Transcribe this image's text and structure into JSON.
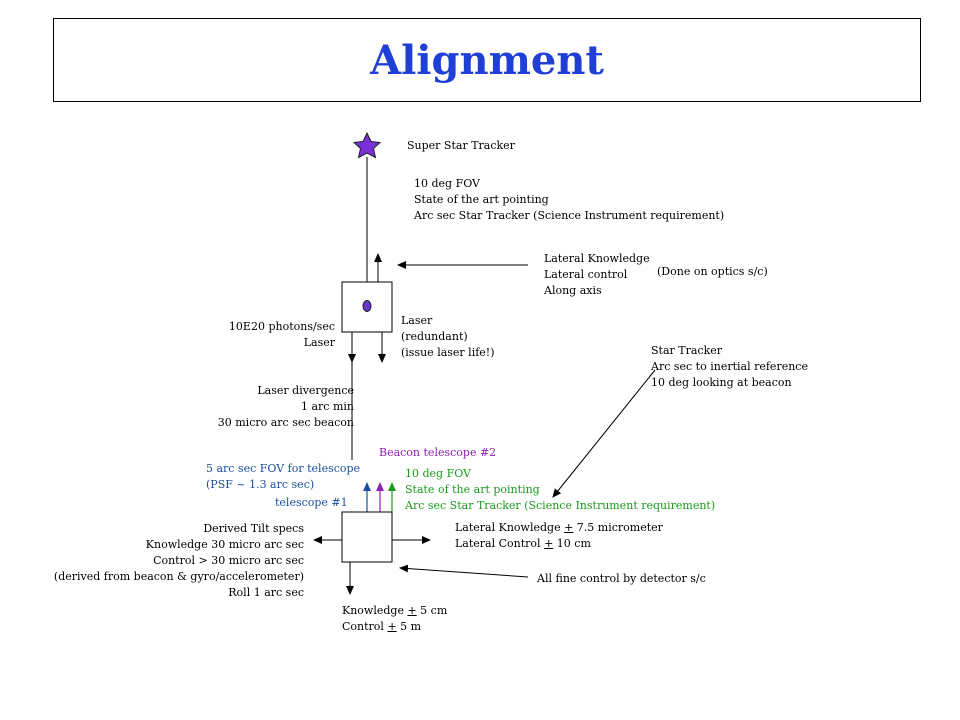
{
  "title": "Alignment",
  "colors": {
    "title": "#1f3fd6",
    "star": "#7a2fd8",
    "blue": "#1a4fa0",
    "purple": "#8a1fb0",
    "green": "#1d9a1d"
  },
  "icons": {
    "star": "star-icon",
    "laser_dot": "laser-source-icon"
  },
  "super_star_tracker": "Super Star Tracker",
  "top_fov": {
    "l1": "10 deg FOV",
    "l2": "State of the art pointing",
    "l3": "Arc sec Star Tracker (Science Instrument requirement)"
  },
  "lateral_top": {
    "l1": "Lateral Knowledge",
    "l2": "Lateral control",
    "l3": "Along axis",
    "note": "(Done on optics s/c)"
  },
  "photons": {
    "l1": "10E20 photons/sec",
    "l2": "Laser"
  },
  "laser_redundant": {
    "l1": "Laser",
    "l2": "(redundant)",
    "l3": "(issue laser life!)"
  },
  "star_tracker": {
    "l1": "Star Tracker",
    "l2": "Arc sec to inertial reference",
    "l3": "10 deg looking at beacon"
  },
  "divergence": {
    "l1": "Laser divergence",
    "l2": "1 arc min",
    "l3": "30 micro arc sec beacon"
  },
  "beacon_telescope": "Beacon telescope #2",
  "telescope_fov": {
    "l1": "5 arc sec FOV for telescope",
    "l2": "(PSF ~ 1.3 arc sec)"
  },
  "telescope1": "telescope #1",
  "bottom_fov": {
    "l1": "10 deg FOV",
    "l2": "State of the art pointing",
    "l3": "Arc sec Star Tracker (Science Instrument requirement)"
  },
  "tilt": {
    "l1": "Derived Tilt specs",
    "l2": "Knowledge 30 micro arc sec",
    "l3": "Control > 30 micro arc sec",
    "l4": "(derived from beacon & gyro/accelerometer)",
    "l5": "Roll 1 arc sec"
  },
  "lateral_bottom": {
    "l1a": "Lateral Knowledge ",
    "l1pm": "+",
    "l1b": " 7.5 micrometer",
    "l2a": "Lateral Control ",
    "l2pm": "+",
    "l2b": " 10 cm"
  },
  "fine_control": "All fine control by detector s/c",
  "knowledge_bottom": {
    "l1a": "Knowledge ",
    "l1pm": "+",
    "l1b": " 5 cm",
    "l2a": "Control ",
    "l2pm": "+",
    "l2b": " 5 m"
  }
}
